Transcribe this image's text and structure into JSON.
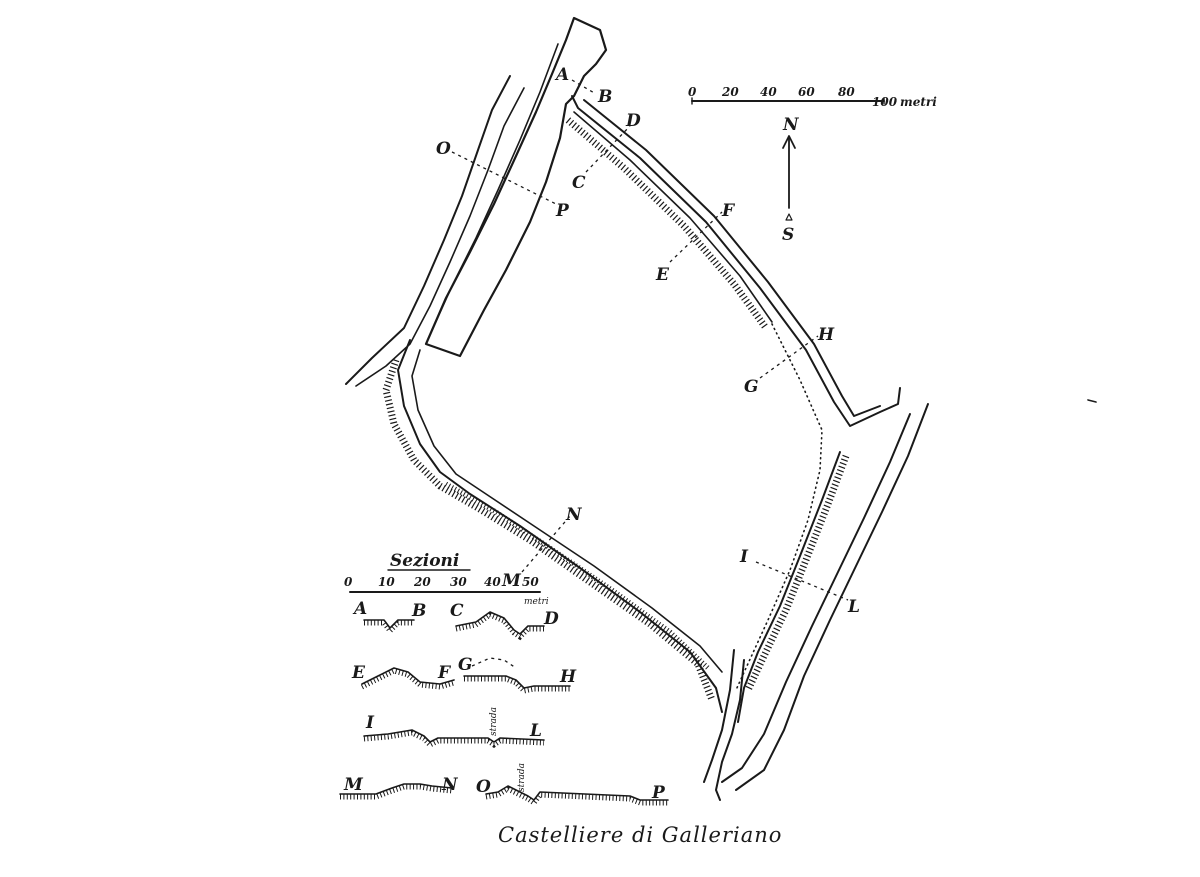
{
  "title": "Castelliere di Galleriano",
  "scale_bar": {
    "ticks": [
      "0",
      "20",
      "40",
      "60",
      "80",
      "100"
    ],
    "unit": "metri"
  },
  "north_arrow": {
    "north": "N",
    "south": "S"
  },
  "section_lines": [
    {
      "start": "A",
      "end": "B"
    },
    {
      "start": "C",
      "end": "D"
    },
    {
      "start": "E",
      "end": "F"
    },
    {
      "start": "G",
      "end": "H"
    },
    {
      "start": "I",
      "end": "L"
    },
    {
      "start": "M",
      "end": "N"
    },
    {
      "start": "O",
      "end": "P"
    }
  ],
  "sections_panel": {
    "heading": "Sezioni",
    "ticks": [
      "0",
      "10",
      "20",
      "30",
      "40",
      "50"
    ],
    "unit": "metri",
    "profiles": [
      {
        "left": "A",
        "right": "B"
      },
      {
        "left": "C",
        "right": "D"
      },
      {
        "left": "E",
        "right": "F"
      },
      {
        "left": "G",
        "right": "H"
      },
      {
        "left": "I",
        "right": "L",
        "note": "strada"
      },
      {
        "left": "M",
        "right": "N"
      },
      {
        "left": "O",
        "right": "P",
        "note": "strada"
      }
    ]
  }
}
